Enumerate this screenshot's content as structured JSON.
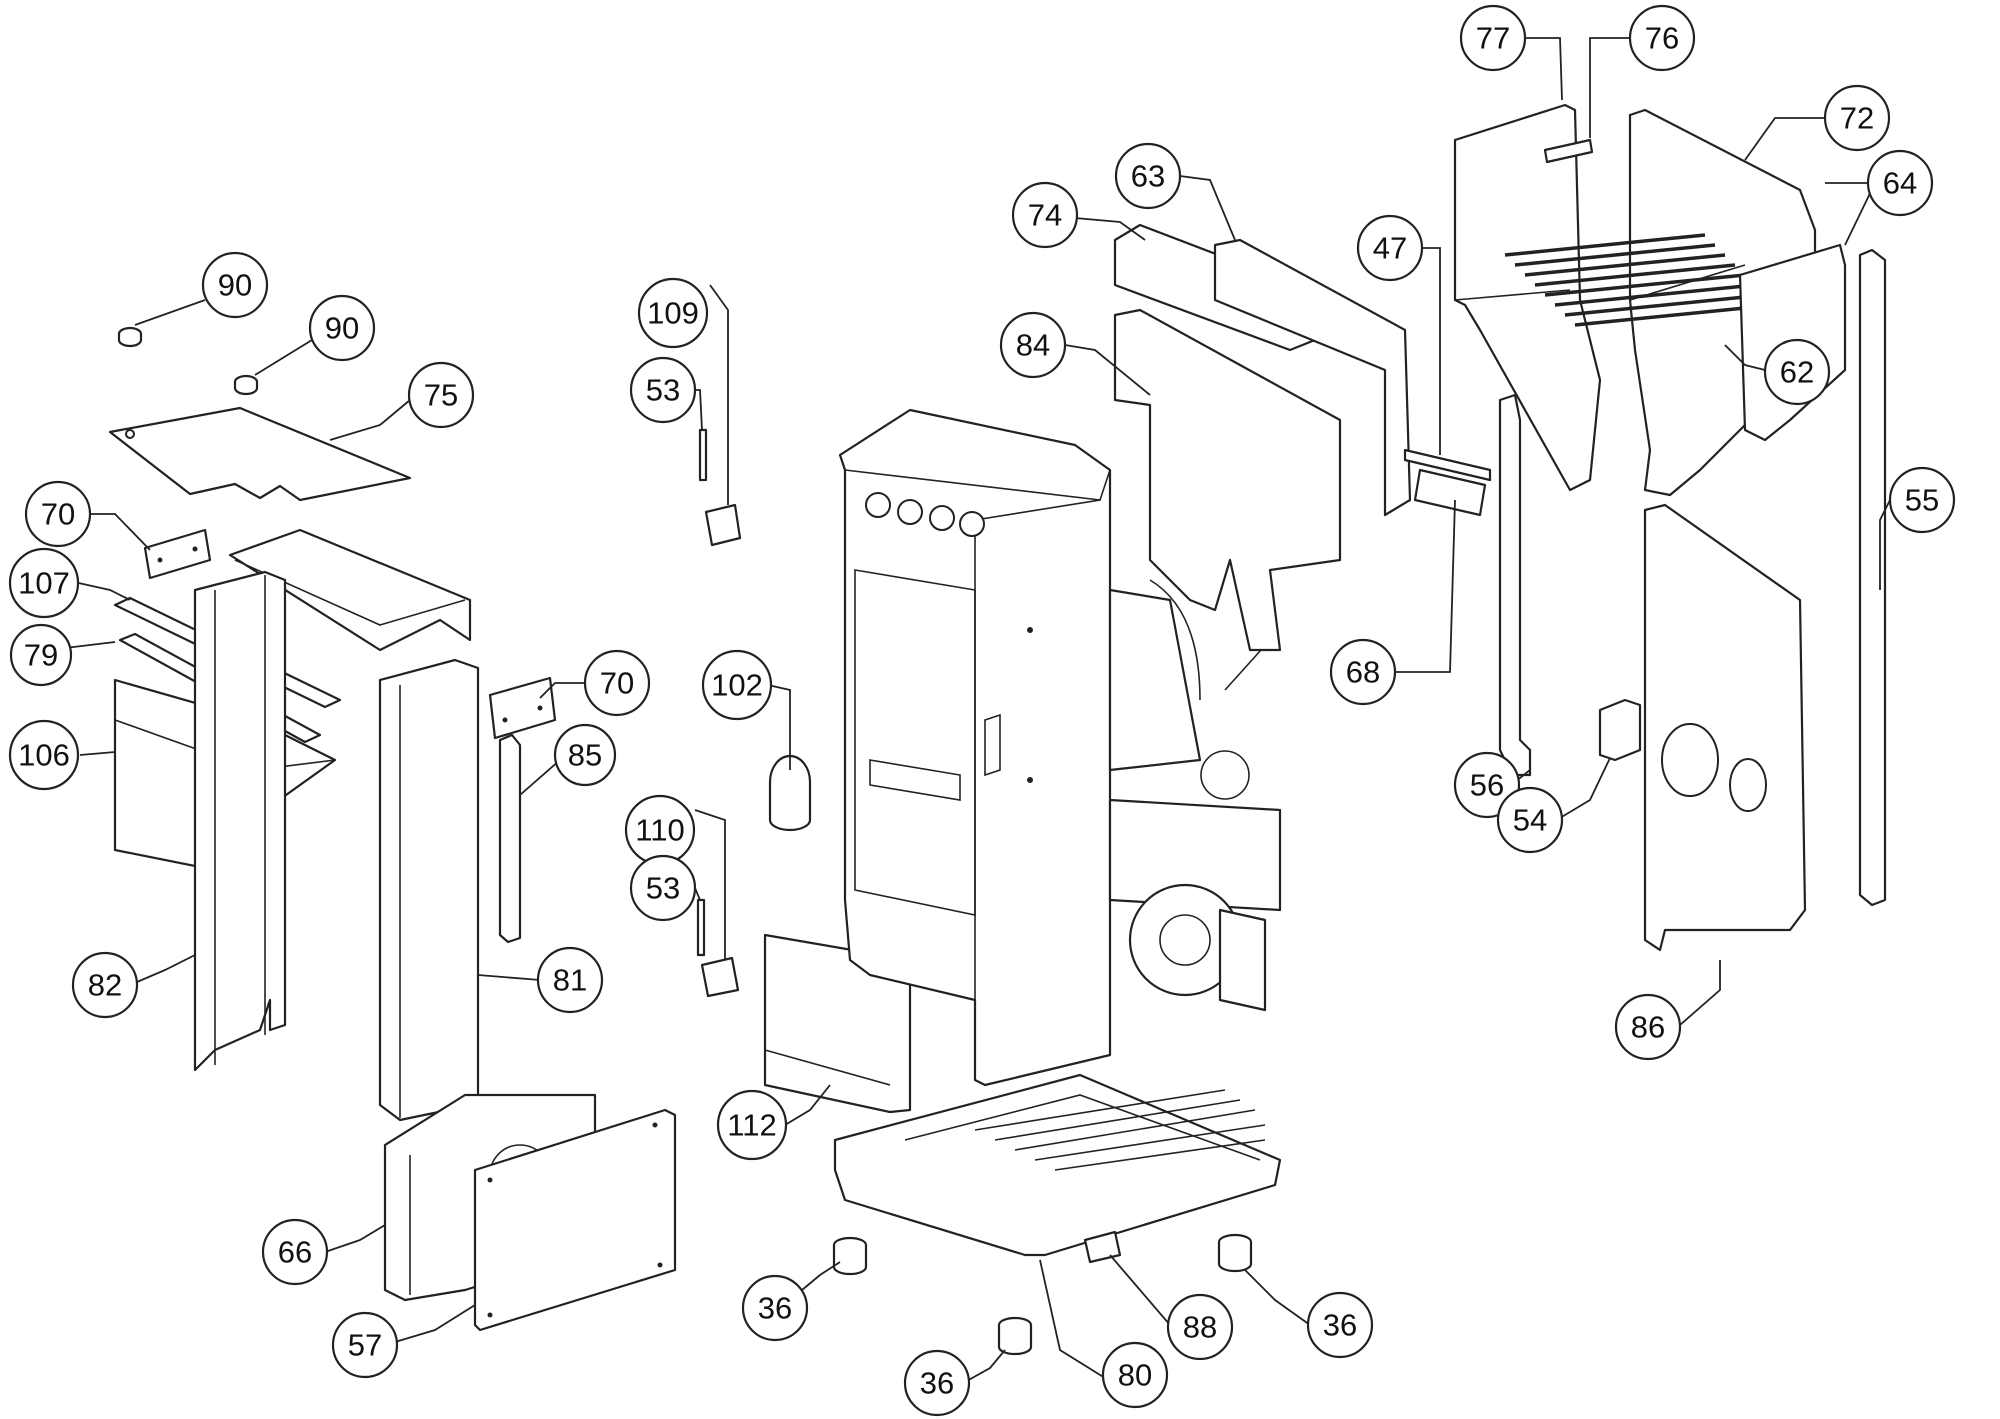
{
  "callouts": [
    {
      "id": "c-90a",
      "label": "90"
    },
    {
      "id": "c-90b",
      "label": "90"
    },
    {
      "id": "c-75",
      "label": "75"
    },
    {
      "id": "c-70a",
      "label": "70"
    },
    {
      "id": "c-107",
      "label": "107"
    },
    {
      "id": "c-79",
      "label": "79"
    },
    {
      "id": "c-106",
      "label": "106"
    },
    {
      "id": "c-82",
      "label": "82"
    },
    {
      "id": "c-81",
      "label": "81"
    },
    {
      "id": "c-70b",
      "label": "70"
    },
    {
      "id": "c-85",
      "label": "85"
    },
    {
      "id": "c-66",
      "label": "66"
    },
    {
      "id": "c-57",
      "label": "57"
    },
    {
      "id": "c-109",
      "label": "109"
    },
    {
      "id": "c-53a",
      "label": "53"
    },
    {
      "id": "c-102",
      "label": "102"
    },
    {
      "id": "c-110",
      "label": "110"
    },
    {
      "id": "c-53b",
      "label": "53"
    },
    {
      "id": "c-112",
      "label": "112"
    },
    {
      "id": "c-36a",
      "label": "36"
    },
    {
      "id": "c-36b",
      "label": "36"
    },
    {
      "id": "c-36c",
      "label": "36"
    },
    {
      "id": "c-80",
      "label": "80"
    },
    {
      "id": "c-88",
      "label": "88"
    },
    {
      "id": "c-74",
      "label": "74"
    },
    {
      "id": "c-63",
      "label": "63"
    },
    {
      "id": "c-84",
      "label": "84"
    },
    {
      "id": "c-47",
      "label": "47"
    },
    {
      "id": "c-68",
      "label": "68"
    },
    {
      "id": "c-77",
      "label": "77"
    },
    {
      "id": "c-76",
      "label": "76"
    },
    {
      "id": "c-72",
      "label": "72"
    },
    {
      "id": "c-64",
      "label": "64"
    },
    {
      "id": "c-62",
      "label": "62"
    },
    {
      "id": "c-55",
      "label": "55"
    },
    {
      "id": "c-56",
      "label": "56"
    },
    {
      "id": "c-54",
      "label": "54"
    },
    {
      "id": "c-86",
      "label": "86"
    }
  ]
}
